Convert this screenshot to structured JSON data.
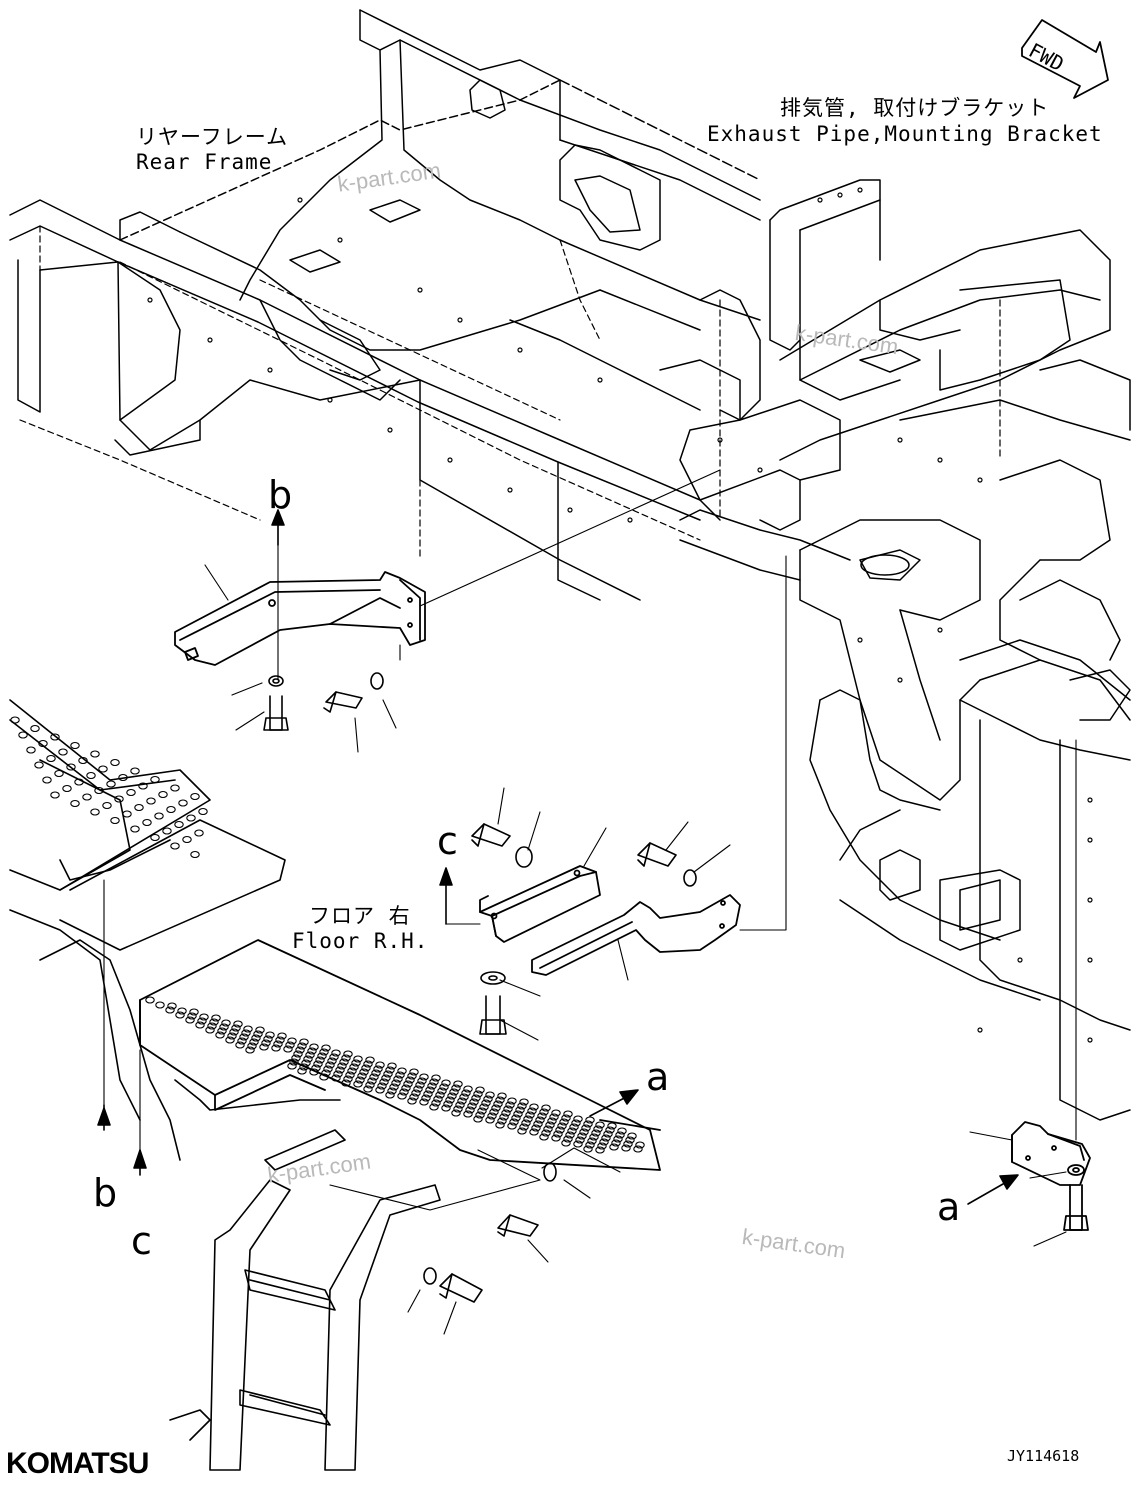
{
  "fwd_label": "FWD",
  "labels": {
    "rear_frame_jp": "リヤーフレーム",
    "rear_frame_en": "Rear Frame",
    "exhaust_jp": "排気管, 取付けブラケット",
    "exhaust_en": "Exhaust Pipe,Mounting Bracket",
    "floor_jp": "フロア 右",
    "floor_en": "Floor R.H."
  },
  "callouts": {
    "a_top": "a",
    "a_right": "a",
    "b_top": "b",
    "b_bottom": "b",
    "c_mid": "c",
    "c_bottom": "c"
  },
  "watermarks": [
    "k-part.com",
    "k-part.com",
    "k-part.com",
    "k-part.com"
  ],
  "brand": "KOMATSU",
  "drawing_code": "JY114618"
}
